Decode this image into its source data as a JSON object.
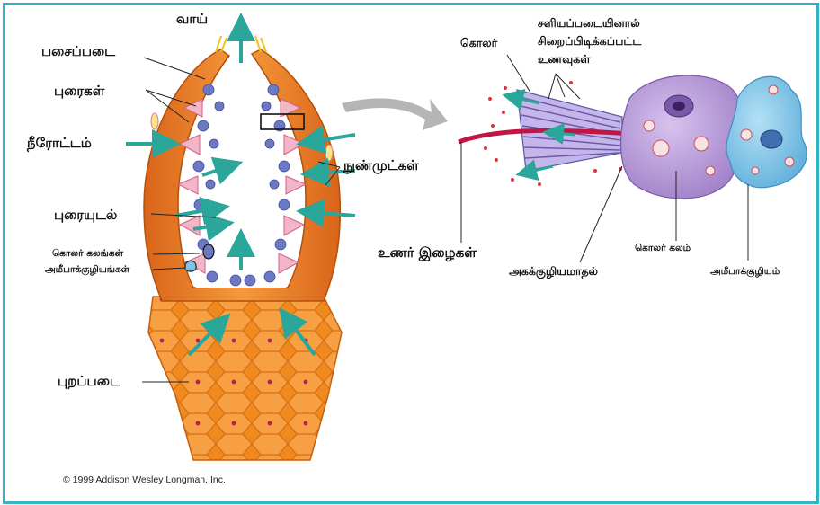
{
  "labels": {
    "mouth": "வாய்",
    "mesohyl": "பசைப்படை",
    "pores": "புரைகள்",
    "water_flow": "நீரோட்டம்",
    "spongocoel": "புரையுடல்",
    "choanocytes": "கொலர் கலங்கள்",
    "amoebocytes": "அமீபாக்குழியங்கள்",
    "epidermis": "புறப்படை",
    "ostia": "நுண்முட்கள்",
    "collar": "கொலர்",
    "trapped_food_l1": "சளியப்படையினால்",
    "trapped_food_l2": "சிறைப்பிடிக்கப்பட்ட",
    "trapped_food_l3": "உணவுகள்",
    "flagellum": "உணர் இழைகள்",
    "endocytosis": "அகக்குழியமாதல்",
    "choanocyte_cell": "கொலர் கலம்",
    "amoebocyte_cell": "அமீபாக்குழியம்"
  },
  "copyright": "© 1999 Addison Wesley Longman, Inc.",
  "colors": {
    "frame": "#2fb3c6",
    "body_orange": "#f08a1e",
    "arrow_teal": "#2aa69a",
    "choanocyte_blue": "#6b78c4",
    "cell_purple": "#b79ad6",
    "amoebocyte_blue": "#7ec4e6"
  }
}
